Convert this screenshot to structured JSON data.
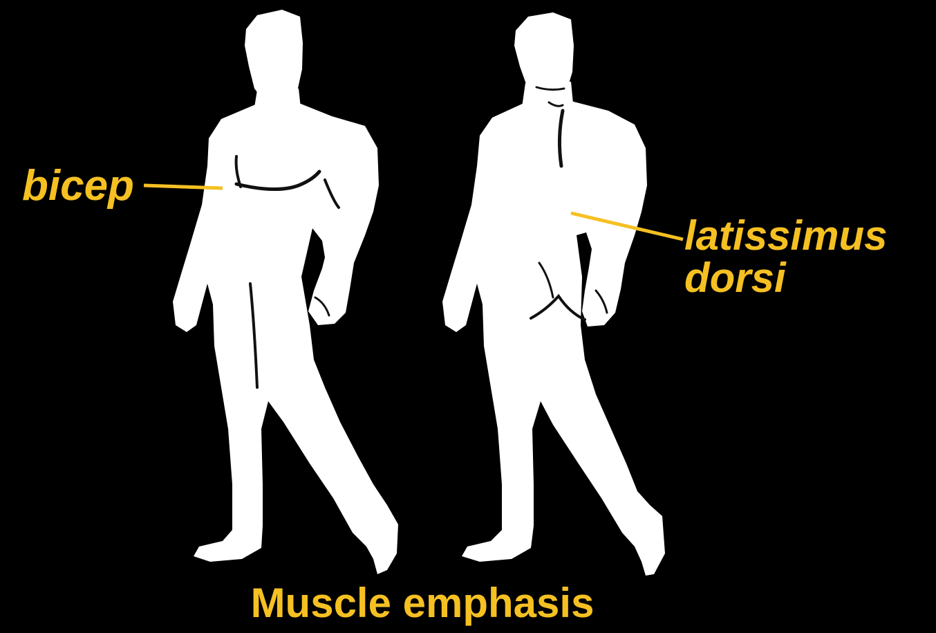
{
  "colors": {
    "background": "#000000",
    "figure": "#ffffff",
    "accent": "#f5c022",
    "contour": "#111111"
  },
  "figures": [
    {
      "view": "front",
      "icon": "male-figure-front-icon"
    },
    {
      "view": "back",
      "icon": "male-figure-back-icon"
    }
  ],
  "labels": {
    "bicep": "bicep",
    "latissimus_line1": "latissimus",
    "latissimus_line2": "dorsi"
  },
  "caption": "Muscle emphasis"
}
